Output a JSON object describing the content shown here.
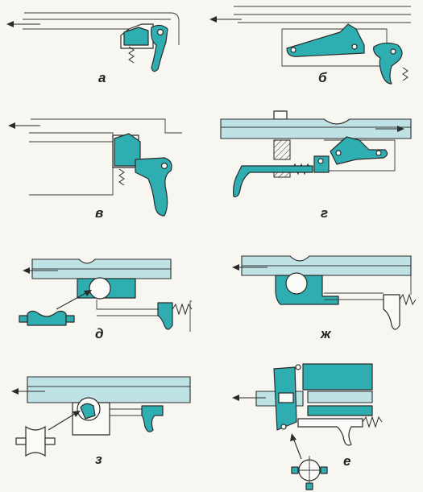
{
  "figures": [
    {
      "id": "a",
      "label": "а"
    },
    {
      "id": "b",
      "label": "б"
    },
    {
      "id": "v",
      "label": "в"
    },
    {
      "id": "g",
      "label": "г"
    },
    {
      "id": "d",
      "label": "д"
    },
    {
      "id": "zh",
      "label": "ж"
    },
    {
      "id": "z",
      "label": "з"
    },
    {
      "id": "e",
      "label": "е"
    }
  ],
  "colors": {
    "accent": "#2eaeb0",
    "accent_light": "#bfe3e4",
    "line": "#2b2b2b",
    "paper": "#f7f6f1"
  }
}
